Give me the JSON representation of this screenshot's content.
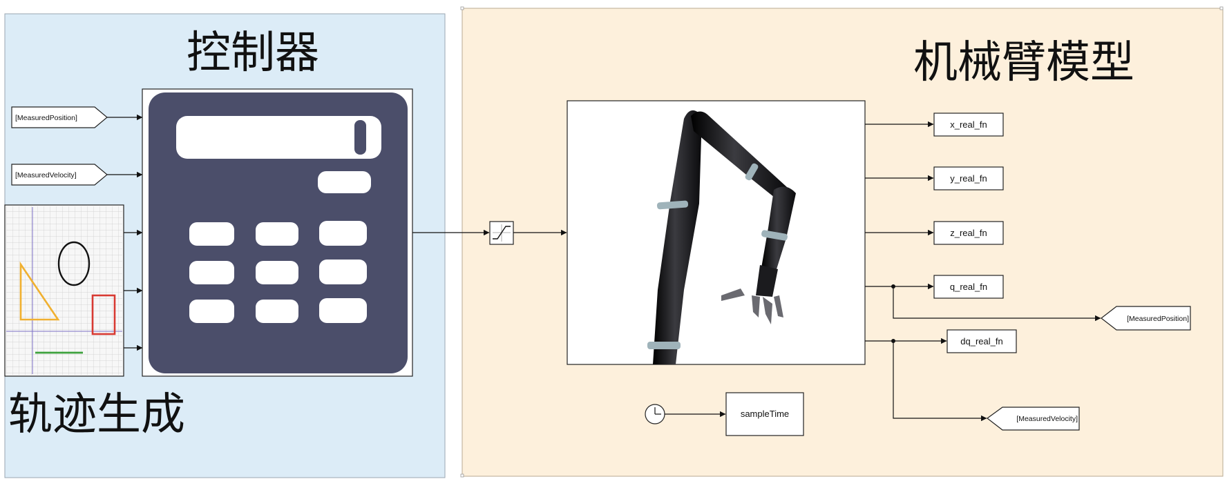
{
  "areas": {
    "controller": {
      "title": "控制器",
      "bg": "#dcecf7"
    },
    "trajectory": {
      "title": "轨迹生成"
    },
    "arm_model": {
      "title": "机械臂模型",
      "bg": "#fdf0dc"
    }
  },
  "goto_inputs": {
    "measured_position": "[MeasuredPosition]",
    "measured_velocity": "[MeasuredVelocity]"
  },
  "outputs": {
    "x": "x_real_fn",
    "y": "y_real_fn",
    "z": "z_real_fn",
    "q": "q_real_fn",
    "dq": "dq_real_fn"
  },
  "goto_outputs": {
    "measured_position": "[MeasuredPosition]",
    "measured_velocity": "[MeasuredVelocity]"
  },
  "sample_time": {
    "label": "sampleTime"
  },
  "colors": {
    "controller_face": "#4b4e6a",
    "triangle": "#f0b030",
    "rectangle": "#d83a32",
    "line": "#3da23d",
    "circle": "#111111",
    "arm": "#1b1b1e",
    "arm_ring": "#9fb3ba"
  }
}
